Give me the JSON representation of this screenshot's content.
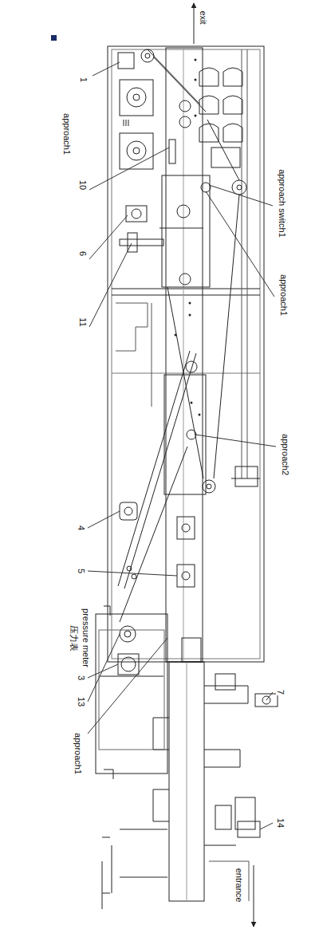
{
  "diagram": {
    "labels": [
      "exit",
      "1",
      "approach1",
      "10",
      "6",
      "11",
      "approach switch1",
      "approach1",
      "approach2",
      "4",
      "5",
      "压力表",
      "pressure meter",
      "3",
      "13",
      "approach1",
      "7",
      "14",
      "entrance"
    ]
  }
}
